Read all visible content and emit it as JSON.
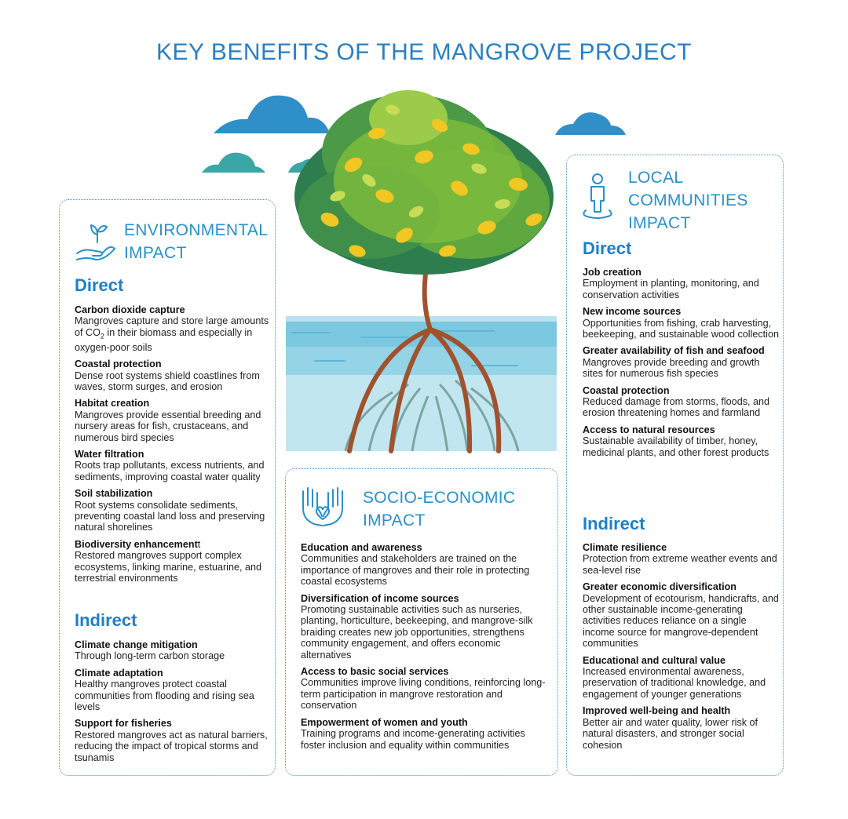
{
  "title": "KEY BENEFITS OF THE MANGROVE PROJECT",
  "colors": {
    "accent": "#2a90c8",
    "heading": "#1e7fc6",
    "cloud": "#2f8fc8",
    "cloud_teal": "#3aa6a6",
    "water": "#8fd0e6",
    "trunk": "#a0522d"
  },
  "environmental": {
    "icon": "hand-plant-icon",
    "title_line1": "ENVIRONMENTAL",
    "title_line2": "IMPACT",
    "direct_label": "Direct",
    "direct": [
      {
        "heading": "Carbon dioxide capture",
        "text_pre": "Mangroves capture and store large amounts of CO",
        "sub": "2",
        "text_post": " in their biomass and especially in oxygen-poor soils"
      },
      {
        "heading": "Coastal protection",
        "text": "Dense root systems shield coastlines from waves, storm surges, and erosion"
      },
      {
        "heading": "Habitat creation",
        "text": "Mangroves provide essential breeding and nursery areas for fish, crustaceans, and numerous bird species"
      },
      {
        "heading": "Water filtration",
        "text": "Roots trap pollutants, excess nutrients, and sediments, improving coastal water quality"
      },
      {
        "heading": "Soil stabilization",
        "text": "Root systems consolidate sediments, preventing coastal land loss and preserving natural shorelines"
      },
      {
        "heading": "Biodiversity enhancement",
        "heading_tail": "t",
        "text": "Restored mangroves support complex ecosystems, linking marine, estuarine, and terrestrial environments"
      }
    ],
    "indirect_label": "Indirect",
    "indirect": [
      {
        "heading": "Climate change mitigation",
        "text": "Through long-term carbon storage"
      },
      {
        "heading": "Climate adaptation",
        "text": "Healthy mangroves protect coastal communities from flooding and rising sea levels"
      },
      {
        "heading": "Support for fisheries",
        "text": "Restored mangroves act as natural barriers, reducing the impact of tropical storms and tsunamis"
      }
    ]
  },
  "socio": {
    "icon": "hands-heart-icon",
    "title_line1": "SOCIO-ECONOMIC",
    "title_line2": "IMPACT",
    "items": [
      {
        "heading": "Education and awareness",
        "text": "Communities and stakeholders are trained on the importance of mangroves and their role in protecting coastal ecosystems"
      },
      {
        "heading": "Diversification of income sources",
        "text": "Promoting sustainable activities such as nurseries, planting, horticulture, beekeeping, and mangrove-silk braiding creates new job opportunities, strengthens community engagement, and offers economic alternatives"
      },
      {
        "heading": "Access to basic social services",
        "text": "Communities improve living conditions, reinforcing long-term participation in mangrove restoration and conservation"
      },
      {
        "heading": "Empowerment of women and youth",
        "text": "Training programs and income-generating activities foster inclusion and equality within communities"
      }
    ]
  },
  "local": {
    "icon": "person-icon",
    "title_line1": "LOCAL",
    "title_line2": "COMMUNITIES",
    "title_line3": "IMPACT",
    "direct_label": "Direct",
    "direct": [
      {
        "heading": "Job creation",
        "text": "Employment in planting, monitoring, and conservation activities"
      },
      {
        "heading": "New income sources",
        "text": "Opportunities from fishing, crab harvesting, beekeeping, and sustainable wood collection"
      },
      {
        "heading": "Greater availability of fish and seafood",
        "text": "Mangroves provide breeding and growth sites for numerous fish species"
      },
      {
        "heading": "Coastal protection",
        "text": "Reduced damage from storms, floods, and erosion threatening homes and farmland"
      },
      {
        "heading": "Access to natural resources",
        "text": "Sustainable availability of timber, honey, medicinal plants, and other forest products"
      }
    ],
    "indirect_label": "Indirect",
    "indirect": [
      {
        "heading": "Climate resilience",
        "text": "Protection from extreme weather events and sea-level rise"
      },
      {
        "heading": "Greater economic diversification",
        "text": "Development of ecotourism, handicrafts, and other sustainable income-generating activities reduces reliance on a single income source for mangrove-dependent communities"
      },
      {
        "heading": "Educational and cultural value",
        "text": "Increased environmental awareness, preservation of traditional knowledge, and engagement of younger generations"
      },
      {
        "heading": "Improved well-being and health",
        "text": "Better air and water quality, lower risk of natural disasters, and stronger social cohesion"
      }
    ]
  }
}
